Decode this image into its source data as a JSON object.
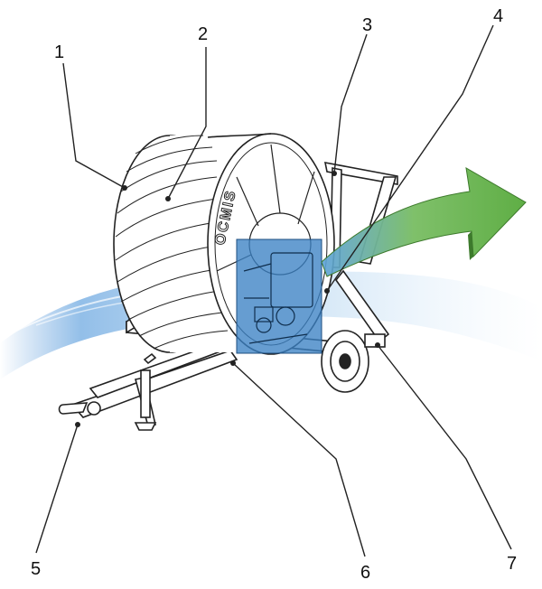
{
  "diagram": {
    "reel_brand": "OCMIS",
    "callouts": [
      "1",
      "2",
      "3",
      "4",
      "5",
      "6",
      "7"
    ],
    "colors": {
      "water_wave": "#5b9bd5",
      "drive_box": "#3b82c4",
      "flow_arrow": "#6fb84a",
      "line": "#222222"
    }
  }
}
